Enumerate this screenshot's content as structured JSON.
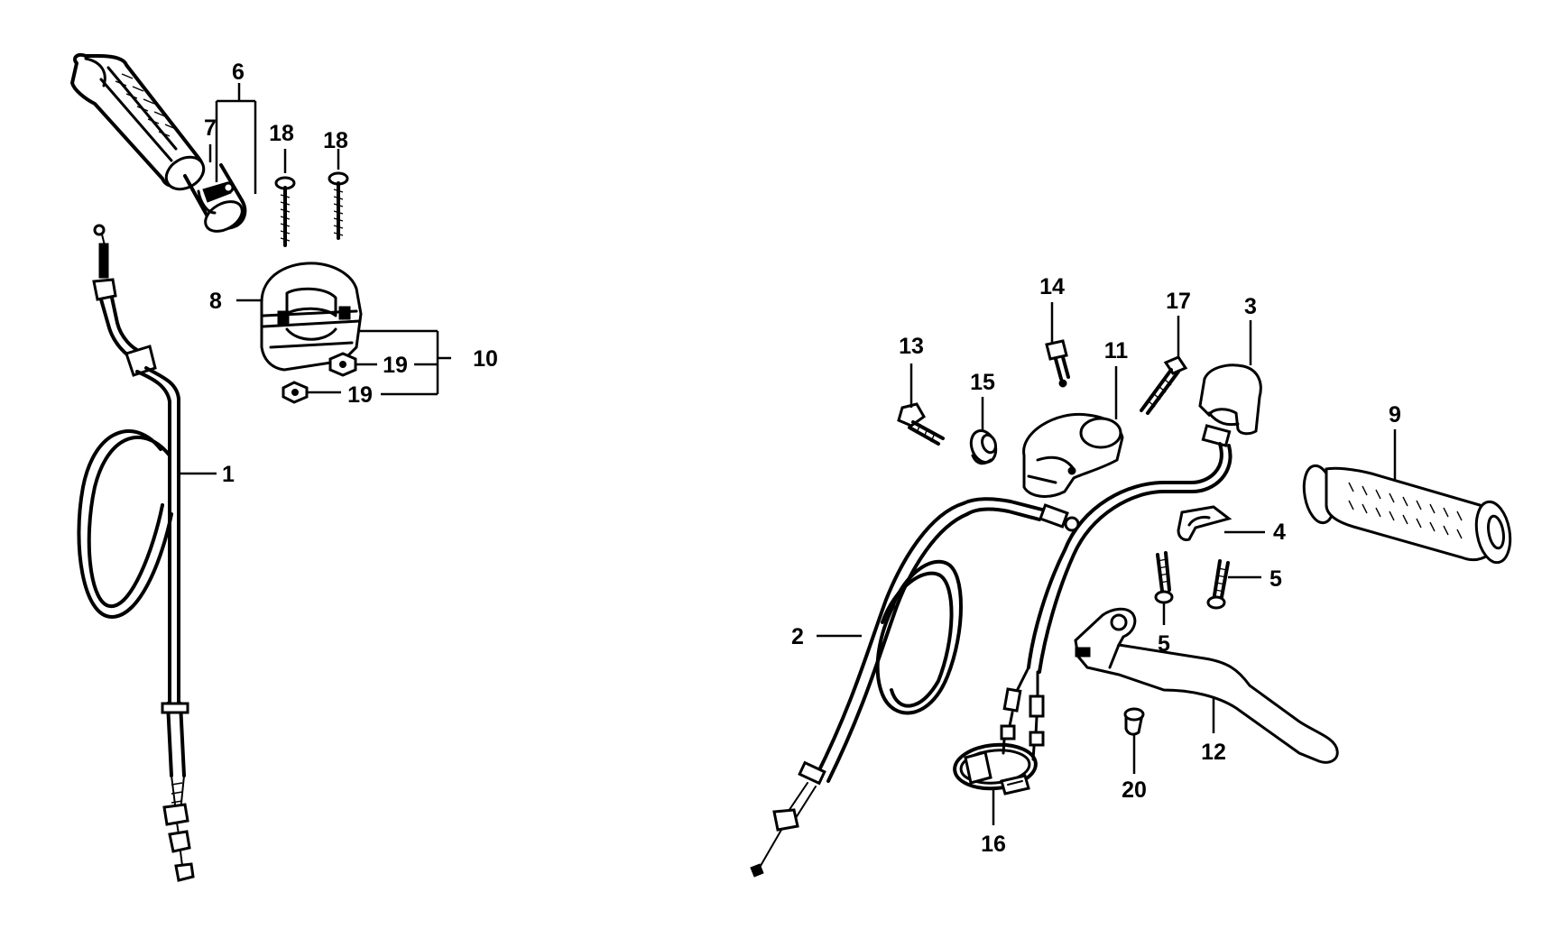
{
  "callouts": {
    "c1": "1",
    "c2": "2",
    "c3": "3",
    "c4": "4",
    "c5a": "5",
    "c5b": "5",
    "c6": "6",
    "c7": "7",
    "c8": "8",
    "c9": "9",
    "c10": "10",
    "c11": "11",
    "c12": "12",
    "c13": "13",
    "c14": "14",
    "c15": "15",
    "c16": "16",
    "c17": "17",
    "c18a": "18",
    "c18b": "18",
    "c19a": "19",
    "c19b": "19",
    "c20": "20"
  },
  "parts": [
    "throttle-cable",
    "clutch-cable",
    "lever-bracket-cover",
    "lever-pivot-cover",
    "screw",
    "throttle-grip-assembly",
    "throttle-pipe",
    "throttle-housing",
    "left-grip",
    "throttle-housing-clamp",
    "lever-holder",
    "clutch-lever",
    "bolt",
    "pivot-bolt",
    "collar",
    "cable-band",
    "screw-17",
    "screw-18",
    "nut",
    "dust-cap"
  ]
}
